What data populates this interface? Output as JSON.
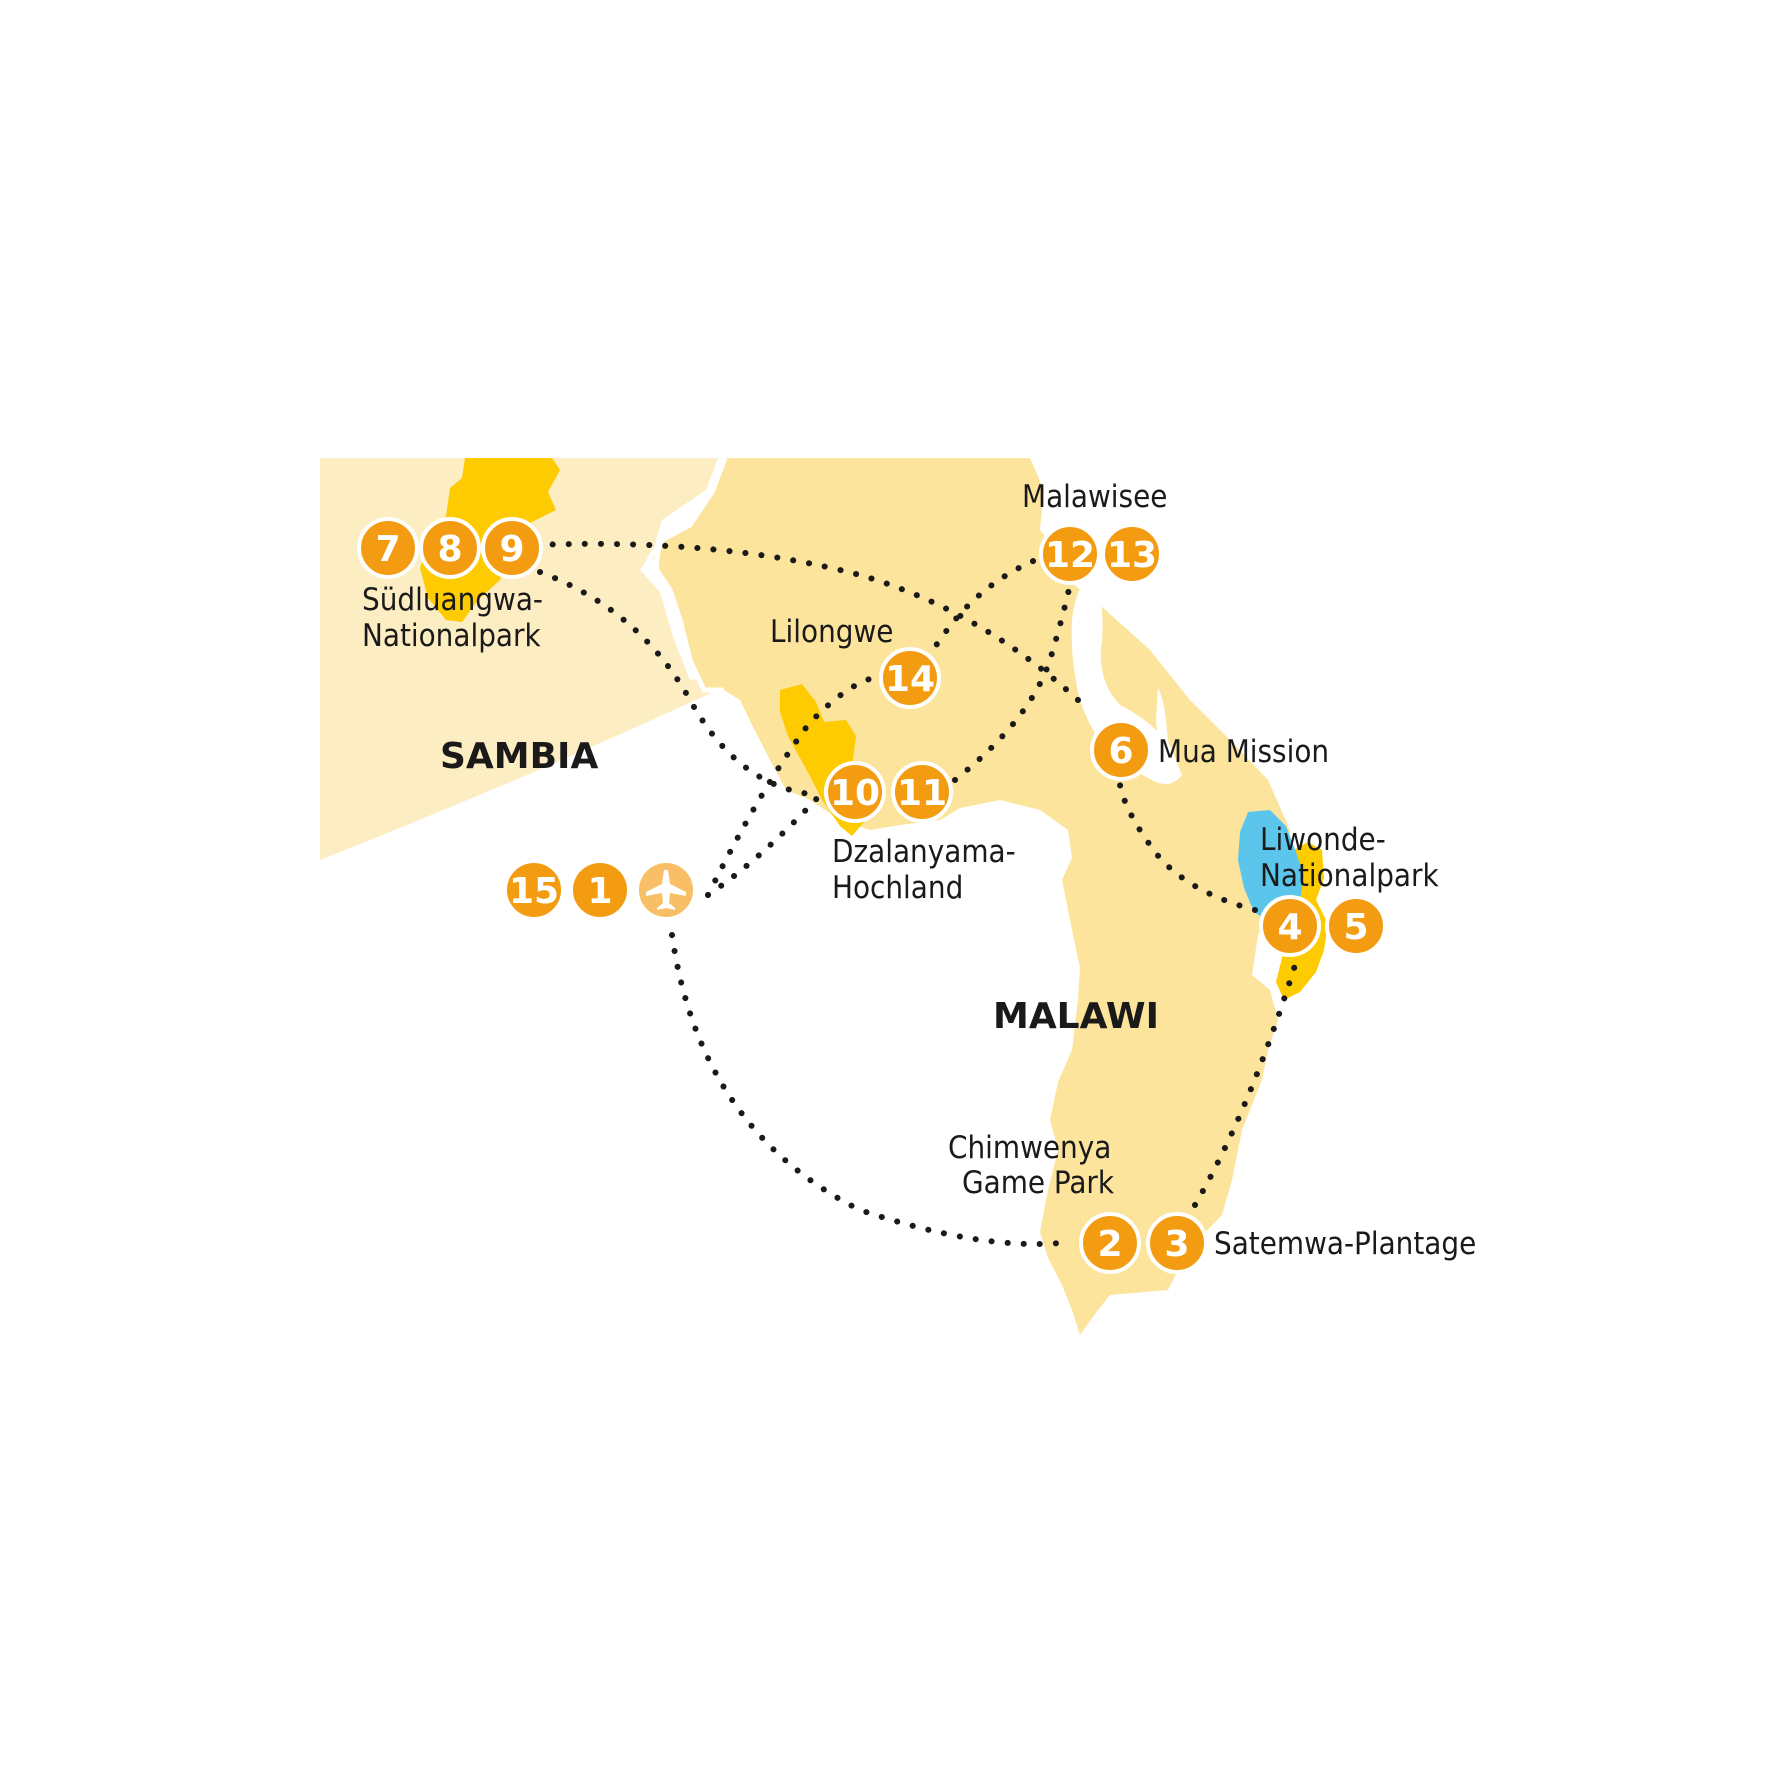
{
  "colors": {
    "background": "#ffffff",
    "zambia_land": "#fdedc3",
    "malawi_land": "#fde49d",
    "park": "#fdcb00",
    "lake_blue": "#5cc5ec",
    "marker": "#f39c12",
    "marker_airport": "#f8bf66",
    "route": "#1a1a1a",
    "border": "#ffffff"
  },
  "countries": {
    "zambia": "SAMBIA",
    "malawi": "MALAWI"
  },
  "places": {
    "suedluangwa_line1": "Südluangwa-",
    "suedluangwa_line2": "Nationalpark",
    "malawisee": "Malawisee",
    "lilongwe": "Lilongwe",
    "mua_mission": "Mua Mission",
    "dzalanyama_line1": "Dzalanyama-",
    "dzalanyama_line2": "Hochland",
    "liwonde_line1": "Liwonde-",
    "liwonde_line2": "Nationalpark",
    "chimwenya_line1": "Chimwenya",
    "chimwenya_line2": "Game Park",
    "satemwa": "Satemwa-Plantage"
  },
  "markers": {
    "m1": "1",
    "m2": "2",
    "m3": "3",
    "m4": "4",
    "m5": "5",
    "m6": "6",
    "m7": "7",
    "m8": "8",
    "m9": "9",
    "m10": "10",
    "m11": "11",
    "m12": "12",
    "m13": "13",
    "m14": "14",
    "m15": "15"
  },
  "airport_icon": "airplane-icon"
}
